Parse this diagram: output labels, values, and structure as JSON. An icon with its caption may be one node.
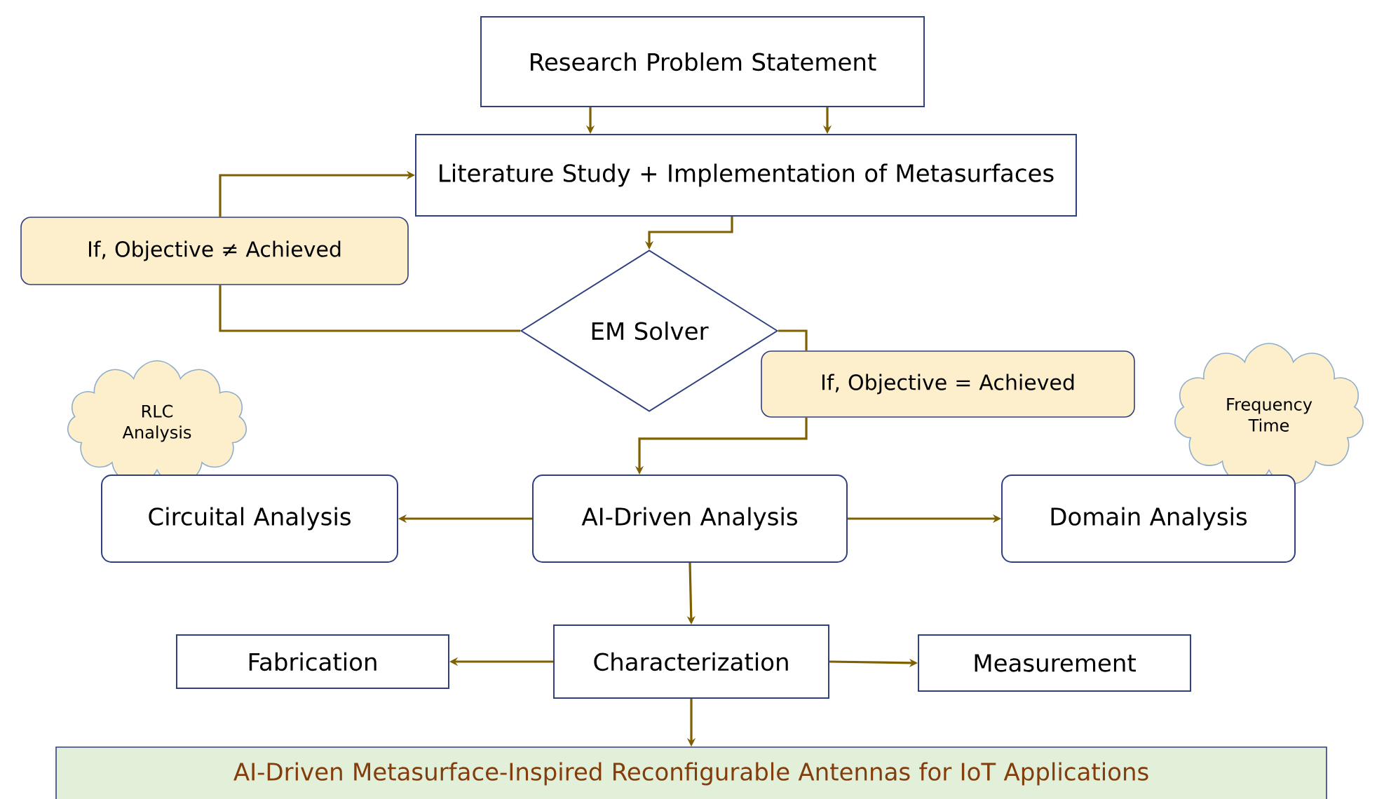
{
  "diagram": {
    "nodes": [
      {
        "text": [
          "Research Problem Statement"
        ]
      },
      {
        "text": [
          "Literature Study + Implementation of Metasurfaces"
        ]
      },
      {
        "text": [
          "If, Objective ≠ Achieved"
        ]
      },
      {
        "text": [
          "EM Solver"
        ]
      },
      {
        "text": [
          "If, Objective = Achieved"
        ]
      },
      {
        "text": [
          "RLC Analysis"
        ]
      },
      {
        "text": [
          "Frequency Time"
        ]
      },
      {
        "text": [
          "Circuital Analysis"
        ]
      },
      {
        "text": [
          "AI-Driven Analysis"
        ]
      },
      {
        "text": [
          "Domain Analysis"
        ]
      },
      {
        "text": [
          "Fabrication"
        ]
      },
      {
        "text": [
          "Characterization"
        ]
      },
      {
        "text": [
          "Measurement"
        ]
      },
      {
        "text": [
          "AI-Driven Metasurface-Inspired Reconfigurable Antennas for IoT Applications"
        ]
      }
    ],
    "edges": [
      {
        "from": 0,
        "to": 1,
        "arrow": "to"
      },
      {
        "from": 0,
        "to": 1,
        "arrow": "to"
      },
      {
        "from": 1,
        "to": 3,
        "arrow": "to"
      },
      {
        "from": 3,
        "to": 2,
        "arrow": "none"
      },
      {
        "from": 2,
        "to": 1,
        "arrow": "to"
      },
      {
        "from": 3,
        "to": 4,
        "arrow": "none"
      },
      {
        "from": 4,
        "to": 8,
        "arrow": "to"
      },
      {
        "from": 8,
        "to": 7,
        "arrow": "to"
      },
      {
        "from": 8,
        "to": 9,
        "arrow": "to"
      },
      {
        "from": 8,
        "to": 11,
        "arrow": "to"
      },
      {
        "from": 11,
        "to": 10,
        "arrow": "to"
      },
      {
        "from": 11,
        "to": 12,
        "arrow": "to"
      },
      {
        "from": 11,
        "to": 13,
        "arrow": "to"
      }
    ]
  }
}
